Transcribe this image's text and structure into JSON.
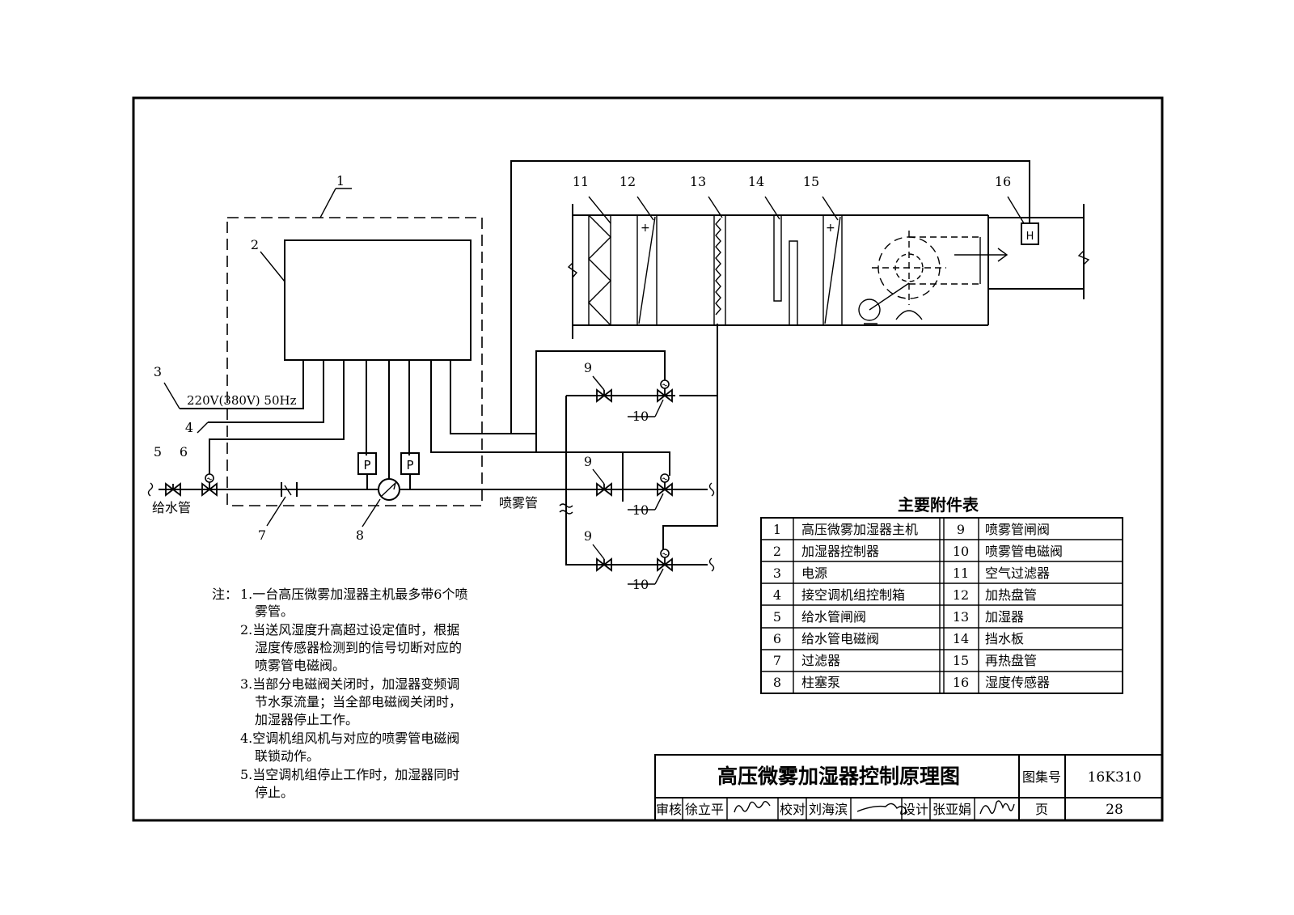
{
  "diagram": {
    "labels": {
      "n1": "1",
      "n2": "2",
      "n3": "3",
      "n4": "4",
      "n5": "5",
      "n6": "6",
      "n7": "7",
      "n8": "8",
      "n9a": "9",
      "n9b": "9",
      "n9c": "9",
      "n10a": "10",
      "n10b": "10",
      "n10c": "10",
      "n11": "11",
      "n12": "12",
      "n13": "13",
      "n14": "14",
      "n15": "15",
      "n16": "16"
    },
    "power_text": "220V(380V) 50Hz",
    "supply_pipe": "给水管",
    "spray_pipe": "喷雾管",
    "pump_p1": "P",
    "pump_p2": "P",
    "humidity_sensor": "H"
  },
  "parts_table": {
    "title": "主要附件表",
    "rows": [
      {
        "no_l": "1",
        "name_l": "高压微雾加湿器主机",
        "no_r": "9",
        "name_r": "喷雾管闸阀"
      },
      {
        "no_l": "2",
        "name_l": "加湿器控制器",
        "no_r": "10",
        "name_r": "喷雾管电磁阀"
      },
      {
        "no_l": "3",
        "name_l": "电源",
        "no_r": "11",
        "name_r": "空气过滤器"
      },
      {
        "no_l": "4",
        "name_l": "接空调机组控制箱",
        "no_r": "12",
        "name_r": "加热盘管"
      },
      {
        "no_l": "5",
        "name_l": "给水管闸阀",
        "no_r": "13",
        "name_r": "加湿器"
      },
      {
        "no_l": "6",
        "name_l": "给水管电磁阀",
        "no_r": "14",
        "name_r": "挡水板"
      },
      {
        "no_l": "7",
        "name_l": "过滤器",
        "no_r": "15",
        "name_r": "再热盘管"
      },
      {
        "no_l": "8",
        "name_l": "柱塞泵",
        "no_r": "16",
        "name_r": "湿度传感器"
      }
    ]
  },
  "notes": {
    "prefix": "注：",
    "lines": [
      "1.一台高压微雾加湿器主机最多带6个喷",
      "雾管。",
      "2.当送风湿度升高超过设定值时，根据",
      "湿度传感器检测到的信号切断对应的",
      "喷雾管电磁阀。",
      "3.当部分电磁阀关闭时，加湿器变频调",
      "节水泵流量；当全部电磁阀关闭时，",
      "加湿器停止工作。",
      "4.空调机组风机与对应的喷雾管电磁阀",
      "联锁动作。",
      "5.当空调机组停止工作时，加湿器同时",
      "停止。"
    ]
  },
  "title_block": {
    "title": "高压微雾加湿器控制原理图",
    "atlas_label": "图集号",
    "atlas_no": "16K310",
    "review_label": "审核",
    "review_name": "徐立平",
    "check_label": "校对",
    "check_name": "刘海滨",
    "design_label": "设计",
    "design_name": "张亚娟",
    "page_label": "页",
    "page_no": "28"
  }
}
